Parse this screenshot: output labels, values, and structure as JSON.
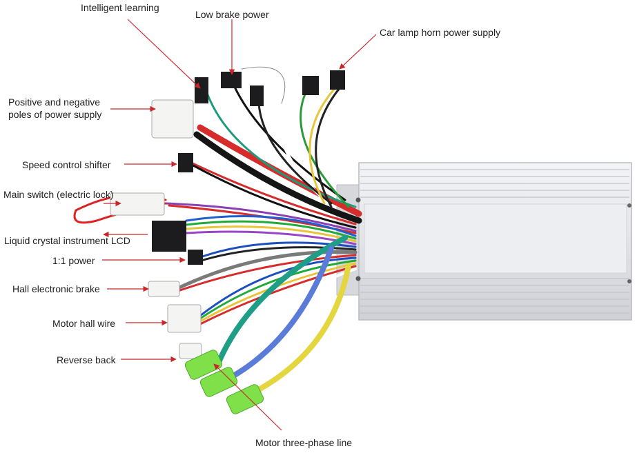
{
  "diagram": {
    "labels": {
      "intelligent_learning": "Intelligent learning",
      "low_brake_power": "Low brake power",
      "car_lamp_horn": "Car lamp horn power supply",
      "power_poles_line1": "Positive and negative",
      "power_poles_line2": "poles of power supply",
      "speed_control": "Speed control shifter",
      "main_switch": "Main switch (electric lock)",
      "lcd": "Liquid crystal instrument LCD",
      "power_1_1": "1:1 power",
      "hall_brake": "Hall electronic brake",
      "motor_hall": "Motor hall wire",
      "reverse": "Reverse back",
      "three_phase": "Motor three-phase line"
    },
    "colors": {
      "arrow": "#c8282a",
      "housing": "#dfe0e4",
      "connector_white": "#f4f4f2",
      "connector_black": "#1c1c1e",
      "terminal_green": "#7fe04a"
    }
  }
}
